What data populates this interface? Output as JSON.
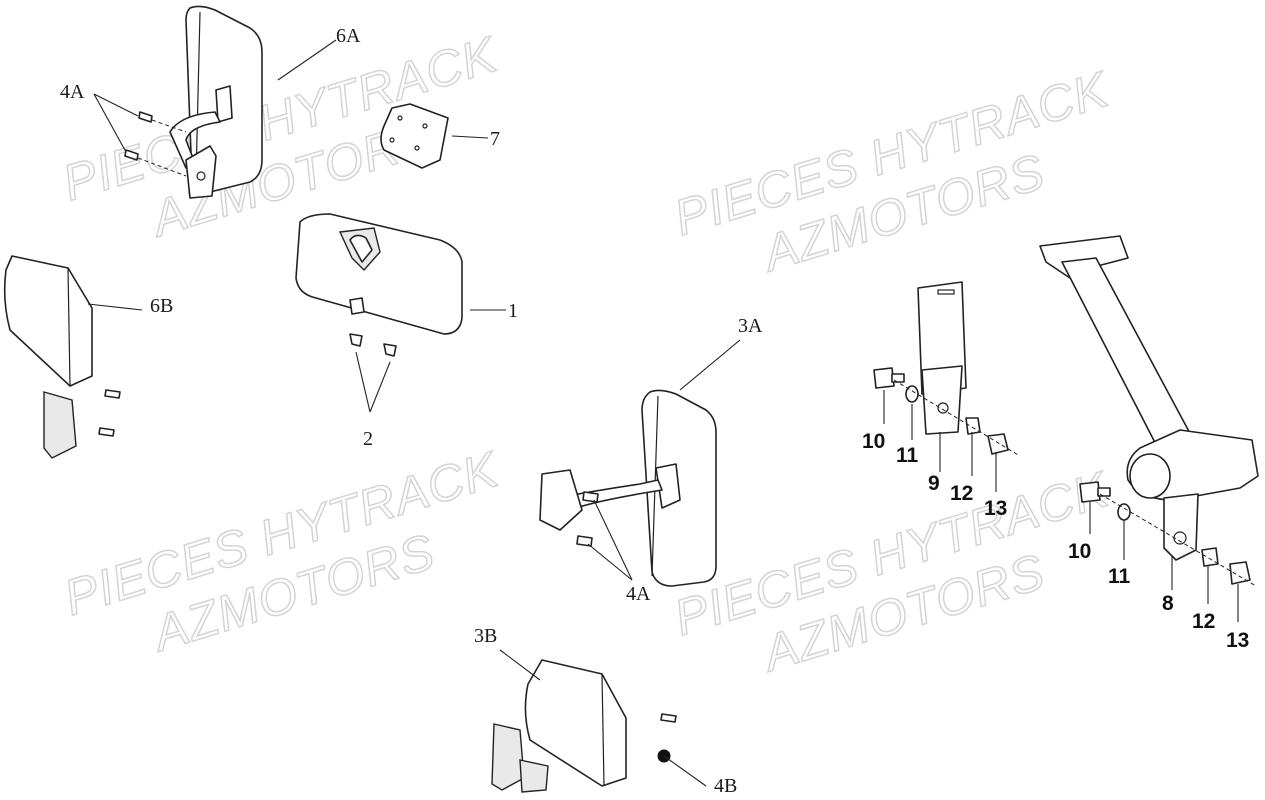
{
  "watermark": {
    "line1": "PIECES HYTRACK",
    "line2": "AZMOTORS"
  },
  "labels": {
    "l6A": "6A",
    "l4A_top": "4A",
    "l7": "7",
    "l6B": "6B",
    "l1": "1",
    "l2": "2",
    "l3A": "3A",
    "l4A_mid": "4A",
    "l3B": "3B",
    "l4B": "4B",
    "l10a": "10",
    "l11a": "11",
    "l9": "9",
    "l12a": "12",
    "l13a": "13",
    "l10b": "10",
    "l11b": "11",
    "l8": "8",
    "l12b": "12",
    "l13b": "13"
  }
}
